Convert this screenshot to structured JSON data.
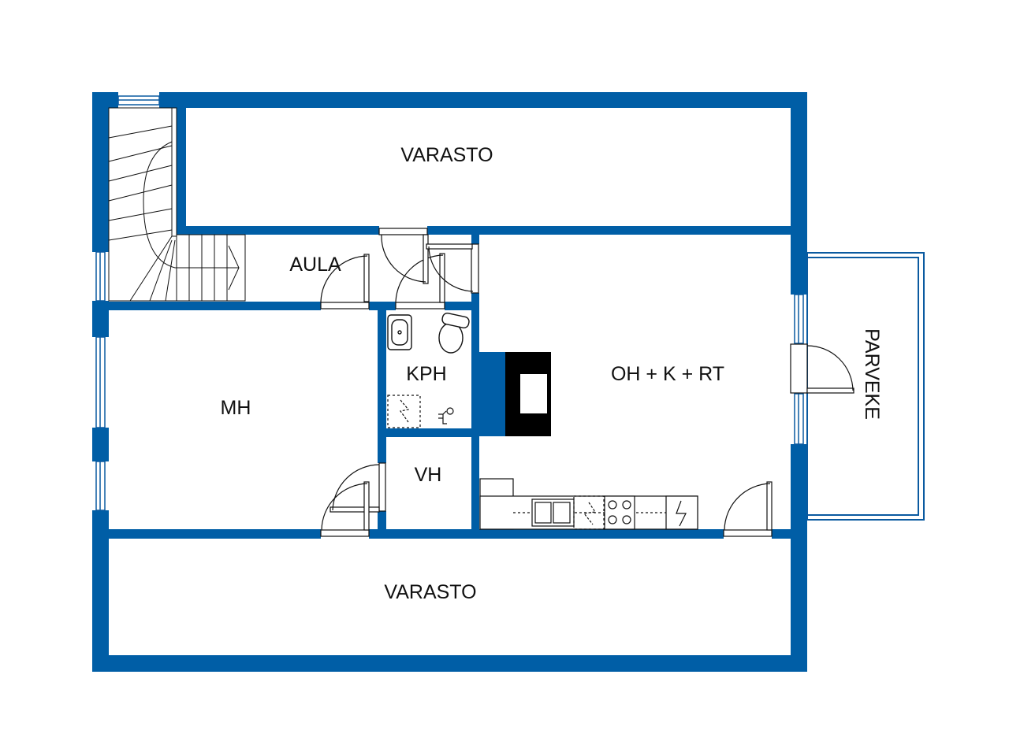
{
  "colors": {
    "wall": "#005ea6",
    "fixture_line": "#111111",
    "window_line": "#0a5aa0",
    "fireplace": "#000000",
    "background": "#ffffff"
  },
  "rooms": {
    "varasto_top": "VARASTO",
    "aula": "AULA",
    "kph": "KPH",
    "oh_k_rt": "OH + K + RT",
    "mh": "MH",
    "vh": "VH",
    "varasto_bottom": "VARASTO",
    "parveke": "PARVEKE"
  },
  "icons": {
    "staircase": "staircase-icon",
    "washbasin": "washbasin-icon",
    "toilet": "toilet-icon",
    "shower": "shower-drain-icon",
    "fireplace": "fireplace-icon",
    "sink": "sink-icon",
    "dishwasher": "dishwasher-icon",
    "stove": "stove-icon",
    "fridge": "fridge-icon"
  }
}
